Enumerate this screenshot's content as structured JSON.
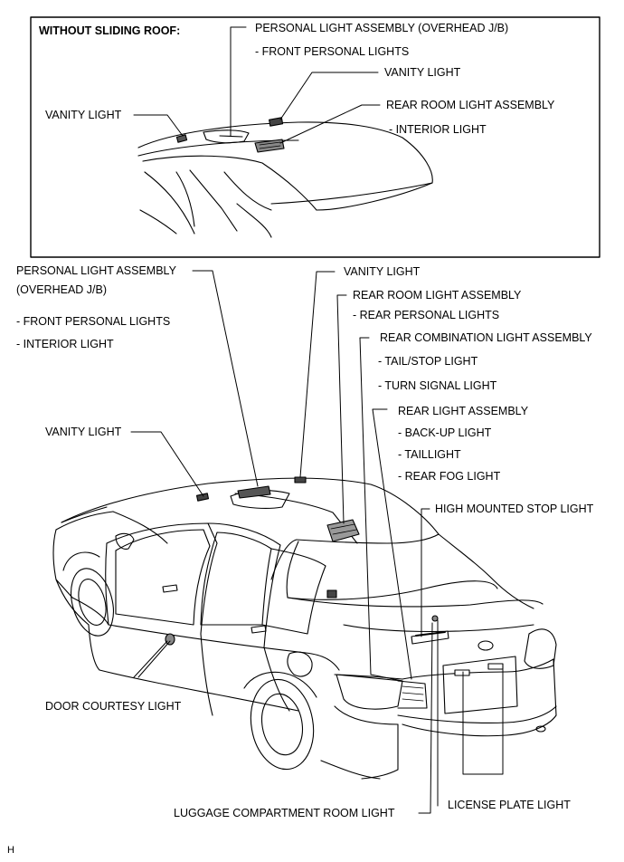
{
  "inset": {
    "title": "WITHOUT SLIDING ROOF:",
    "labels": {
      "personal_light_assembly": "PERSONAL LIGHT ASSEMBLY  (OVERHEAD J/B)",
      "front_personal_lights": "- FRONT PERSONAL LIGHTS",
      "vanity_light_right": "VANITY LIGHT",
      "rear_room_light_assembly": "REAR ROOM LIGHT ASSEMBLY",
      "interior_light": "- INTERIOR LIGHT",
      "vanity_light_left": "VANITY LIGHT"
    }
  },
  "main": {
    "labels": {
      "personal_light_assembly": "PERSONAL LIGHT ASSEMBLY",
      "overhead_jb": "(OVERHEAD J/B)",
      "front_personal_lights": "- FRONT PERSONAL LIGHTS",
      "interior_light": "- INTERIOR LIGHT",
      "vanity_light_top": "VANITY LIGHT",
      "rear_room_light_assembly": "REAR ROOM LIGHT ASSEMBLY",
      "rear_personal_lights": "- REAR PERSONAL LIGHTS",
      "rear_combination_light_assembly": "REAR COMBINATION LIGHT ASSEMBLY",
      "tail_stop_light": "- TAIL/STOP  LIGHT",
      "turn_signal_light": "- TURN SIGNAL LIGHT",
      "rear_light_assembly": "REAR LIGHT ASSEMBLY",
      "back_up_light": "- BACK-UP LIGHT",
      "taillight": "- TAILLIGHT",
      "rear_fog_light": "- REAR FOG LIGHT",
      "vanity_light_left": "VANITY LIGHT",
      "high_mounted_stop_light": "HIGH MOUNTED STOP LIGHT",
      "door_courtesy_light": "DOOR COURTESY LIGHT",
      "license_plate_light": "LICENSE PLATE LIGHT",
      "luggage_compartment_room_light": "LUGGAGE COMPARTMENT ROOM LIGHT"
    }
  },
  "footer": {
    "code": "H"
  }
}
